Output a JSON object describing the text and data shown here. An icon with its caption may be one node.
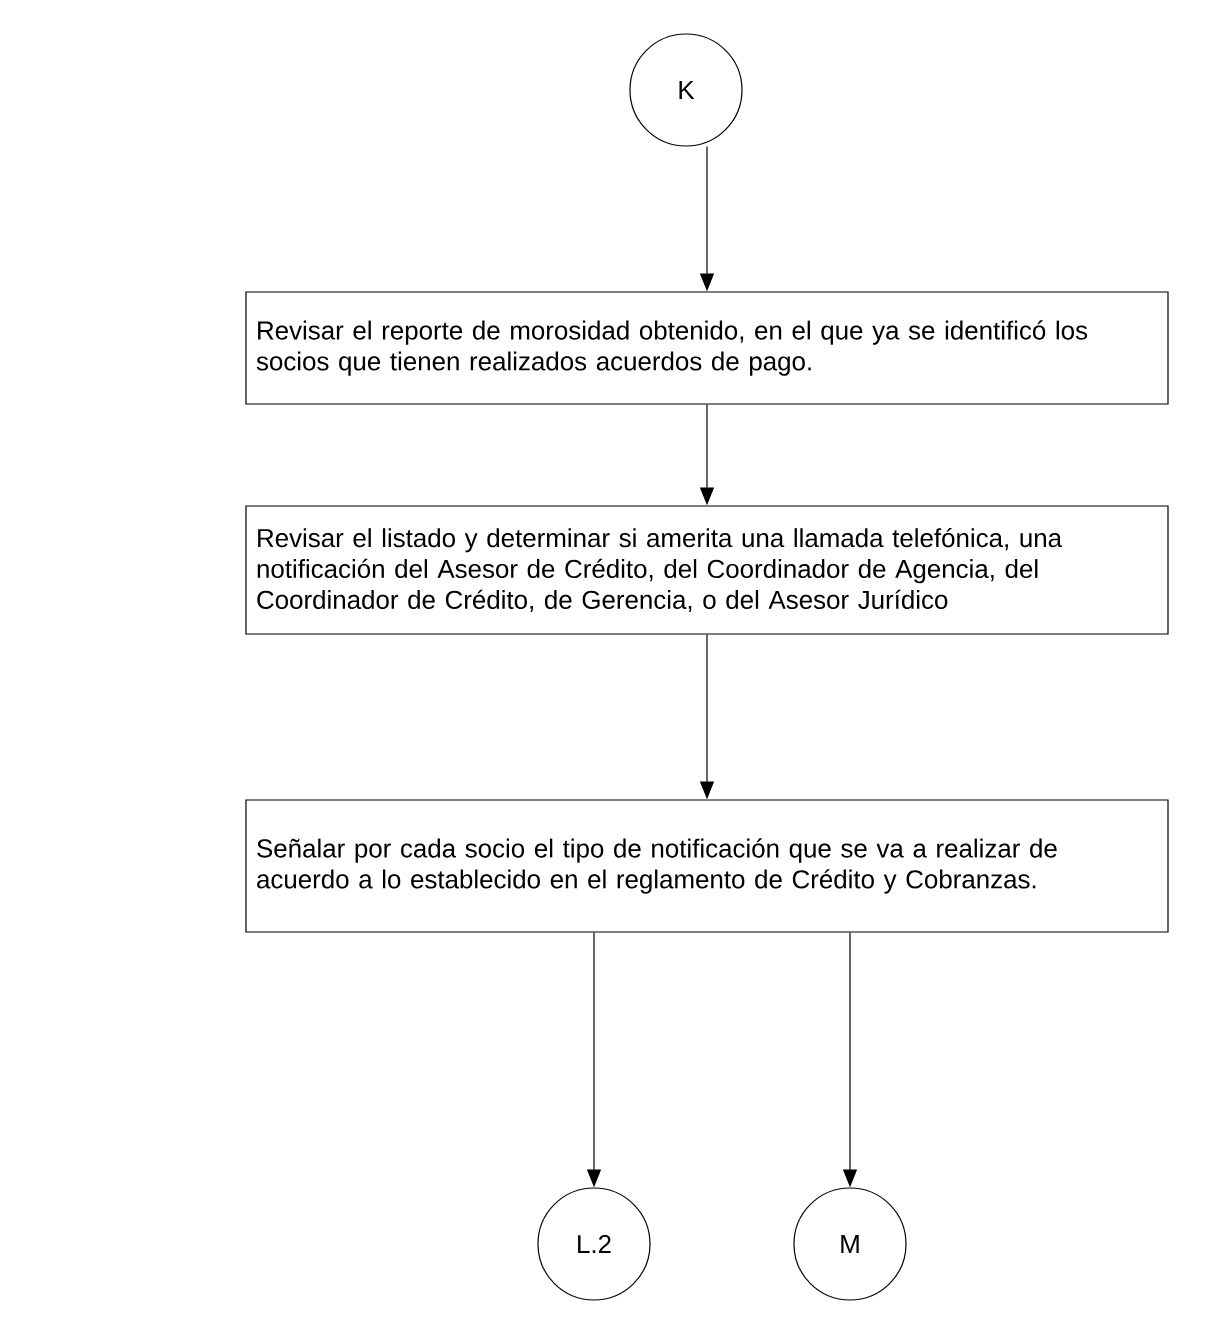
{
  "diagram": {
    "nodes": [
      {
        "text": [
          "K"
        ]
      },
      {
        "text": [
          "Revisar el reporte de morosidad obtenido, en el que ya se identificó los socios que tienen realizados acuerdos de pago."
        ]
      },
      {
        "text": [
          "Revisar el listado y determinar si amerita una llamada telefónica, una notificación del Asesor de Crédito, del Coordinador de Agencia, del Coordinador de Crédito, de Gerencia, o del Asesor Jurídico"
        ]
      },
      {
        "text": [
          "Señalar por cada socio el tipo de notificación que se va a realizar de acuerdo a lo establecido en el reglamento de Crédito y Cobranzas."
        ]
      },
      {
        "text": [
          "L.2"
        ]
      },
      {
        "text": [
          "M"
        ]
      }
    ],
    "edges": [
      {
        "from": 0,
        "to": 1,
        "arrow": "to"
      },
      {
        "from": 1,
        "to": 2,
        "arrow": "to"
      },
      {
        "from": 2,
        "to": 3,
        "arrow": "to"
      },
      {
        "from": 3,
        "to": 4,
        "arrow": "to"
      },
      {
        "from": 3,
        "to": 5,
        "arrow": "to"
      }
    ]
  }
}
